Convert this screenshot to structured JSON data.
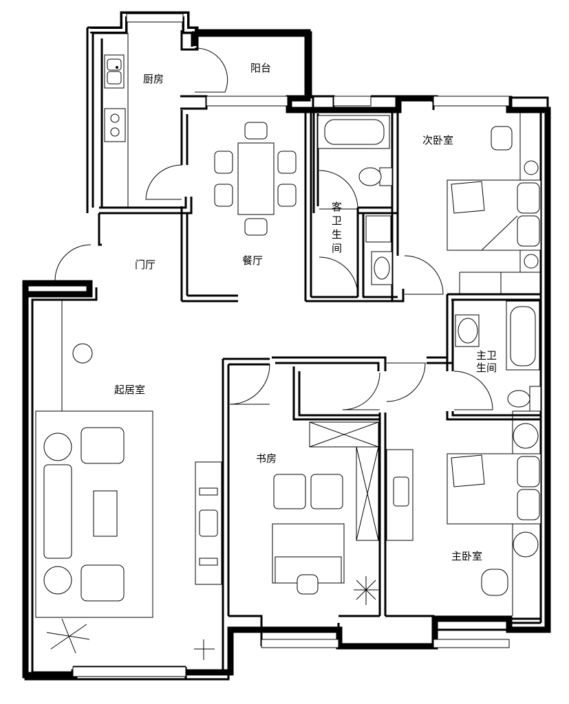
{
  "rooms": {
    "kitchen": "厨房",
    "balcony": "阳台",
    "dining": "餐厅",
    "guest_bath": [
      "客",
      "卫",
      "生",
      "间"
    ],
    "second_bedroom": "次卧室",
    "foyer": "门厅",
    "living": "起居室",
    "master_bath_line1": "主卫",
    "master_bath_line2": "生间",
    "study": "书房",
    "master_bedroom": "主卧室"
  }
}
